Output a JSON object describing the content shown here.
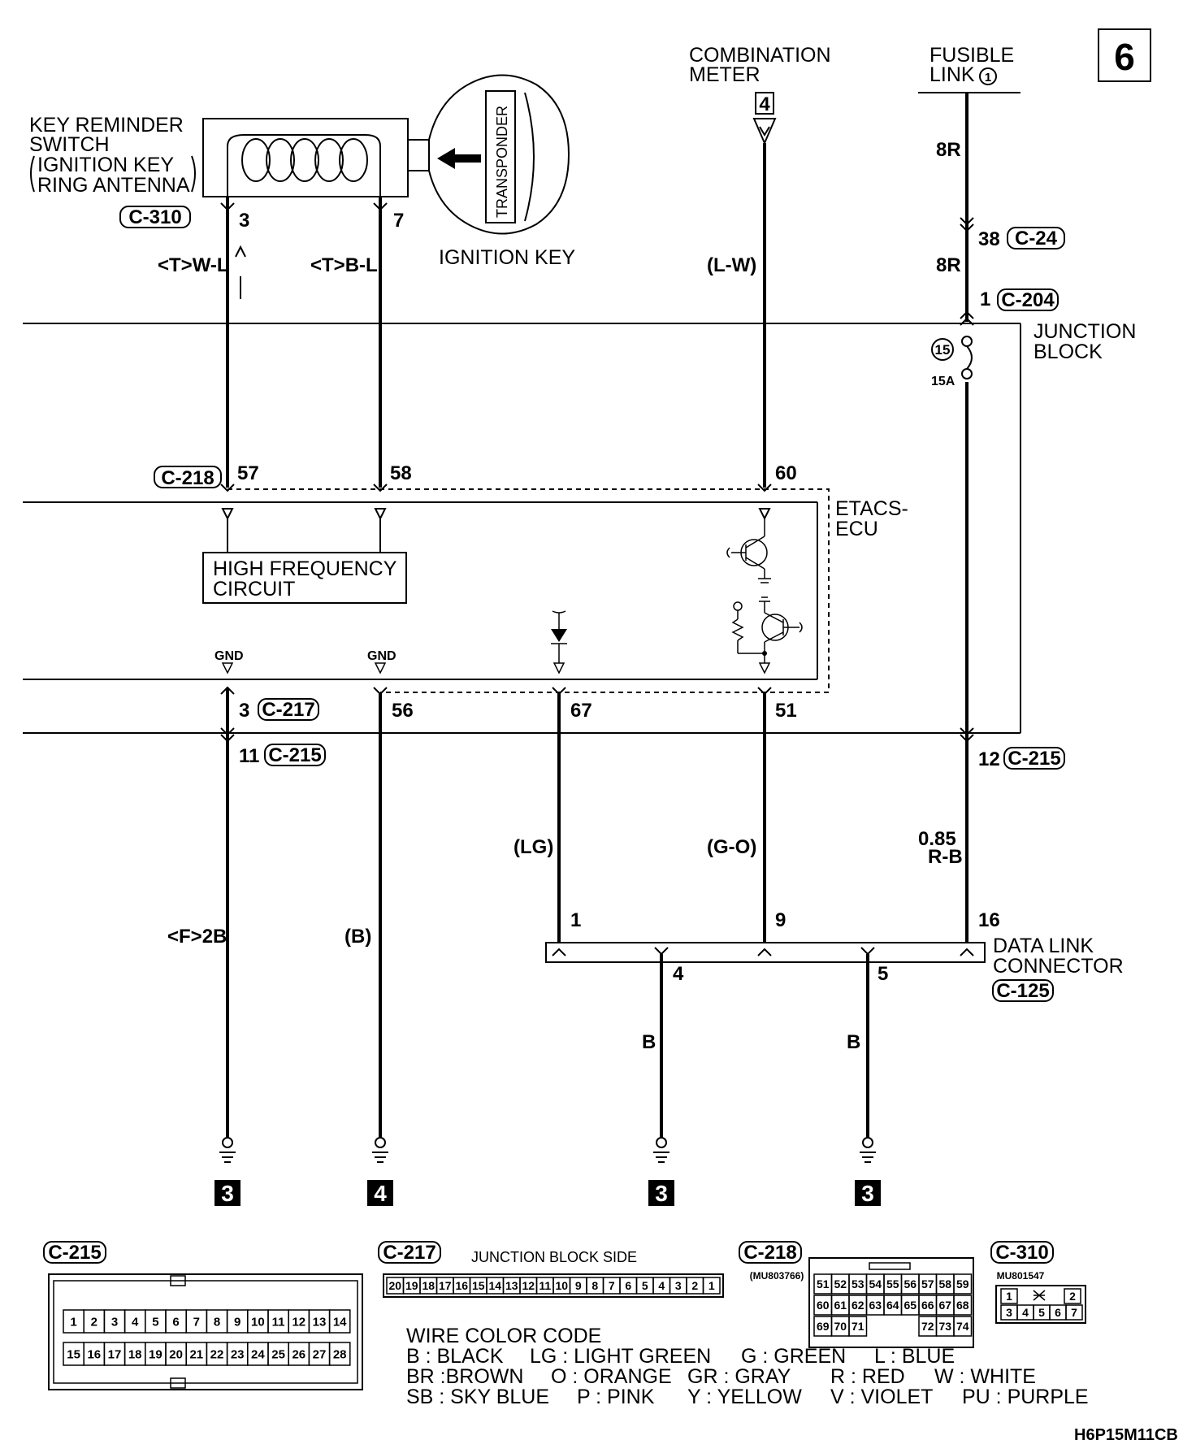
{
  "page_number": "6",
  "drawing_code": "H6P15M11CB",
  "key_reminder_switch": {
    "label_lines": [
      "KEY REMINDER",
      "SWITCH",
      "IGNITION KEY",
      "RING ANTENNA"
    ],
    "connector": "C-310",
    "pin_a": "3",
    "pin_b": "7",
    "wire_a": "<T>W-L",
    "wire_b": "<T>B-L"
  },
  "ignition_key": {
    "label": "IGNITION KEY",
    "transponder": "TRANSPONDER"
  },
  "combination_meter": {
    "label_lines": [
      "COMBINATION",
      "METER"
    ],
    "terminal": "4",
    "wire": "(L-W)"
  },
  "fusible_link": {
    "label_lines": [
      "FUSIBLE",
      "LINK"
    ],
    "number": "1",
    "wire_upper": "8R",
    "pin": "38",
    "connector": "C-24",
    "wire_lower": "8R"
  },
  "junction_block": {
    "label_lines": [
      "JUNCTION",
      "BLOCK"
    ],
    "pin_in": "1",
    "connector_in": "C-204",
    "fuse_number": "15",
    "fuse_rating": "15A"
  },
  "etacs_ecu": {
    "label_lines": [
      "ETACS-",
      "ECU"
    ],
    "connector_top": "C-218",
    "pins_top": [
      "57",
      "58",
      "60"
    ],
    "hf_circuit_lines": [
      "HIGH FREQUENCY",
      "CIRCUIT"
    ],
    "gnd_label": "GND",
    "pins_bottom": [
      "3",
      "56",
      "67",
      "51"
    ],
    "connector_bottom": "C-217"
  },
  "lower_connections": {
    "c215_pin_left": "11",
    "c215_connector": "C-215",
    "c215_pin_right": "12",
    "wire_left": "<F>2B",
    "wire_56": "(B)",
    "wire_67": "(LG)",
    "wire_51": "(G-O)",
    "wire_power_lines": [
      "0.85",
      "R-B"
    ]
  },
  "data_link_connector": {
    "label_lines": [
      "DATA LINK",
      "CONNECTOR"
    ],
    "connector": "C-125",
    "pins_top": [
      "1",
      "9",
      "16"
    ],
    "pins_bottom": [
      "4",
      "5"
    ],
    "wire_4": "B",
    "wire_5": "B"
  },
  "grounds": [
    "3",
    "4",
    "3",
    "3"
  ],
  "connector_views": {
    "c215": {
      "label": "C-215",
      "row1": [
        "1",
        "2",
        "3",
        "4",
        "5",
        "6",
        "7",
        "8",
        "9",
        "10",
        "11",
        "12",
        "13",
        "14"
      ],
      "row2": [
        "15",
        "16",
        "17",
        "18",
        "19",
        "20",
        "21",
        "22",
        "23",
        "24",
        "25",
        "26",
        "27",
        "28"
      ]
    },
    "c217": {
      "label": "C-217",
      "side": "JUNCTION BLOCK SIDE",
      "pins": [
        "20",
        "19",
        "18",
        "17",
        "16",
        "15",
        "14",
        "13",
        "12",
        "11",
        "10",
        "9",
        "8",
        "7",
        "6",
        "5",
        "4",
        "3",
        "2",
        "1"
      ]
    },
    "c218": {
      "label": "C-218",
      "part": "(MU803766)",
      "row1": [
        "51",
        "52",
        "53",
        "54",
        "55",
        "56",
        "57",
        "58",
        "59"
      ],
      "row2": [
        "60",
        "61",
        "62",
        "63",
        "64",
        "65",
        "66",
        "67",
        "68"
      ],
      "row3": [
        "69",
        "70",
        "71",
        "",
        "",
        "",
        "72",
        "73",
        "74"
      ]
    },
    "c310": {
      "label": "C-310",
      "part": "MU801547",
      "row1": [
        "1",
        "",
        "2"
      ],
      "row2": [
        "3",
        "4",
        "5",
        "6",
        "7"
      ]
    }
  },
  "wire_color_code": {
    "title": "WIRE COLOR CODE",
    "lines": [
      [
        "B : BLACK",
        "LG : LIGHT GREEN",
        "G : GREEN",
        "L : BLUE"
      ],
      [
        "BR :BROWN",
        "O : ORANGE",
        "GR : GRAY",
        "R : RED",
        "W : WHITE"
      ],
      [
        "SB : SKY BLUE",
        "P : PINK",
        "Y : YELLOW",
        "V : VIOLET",
        "PU : PURPLE"
      ]
    ]
  }
}
